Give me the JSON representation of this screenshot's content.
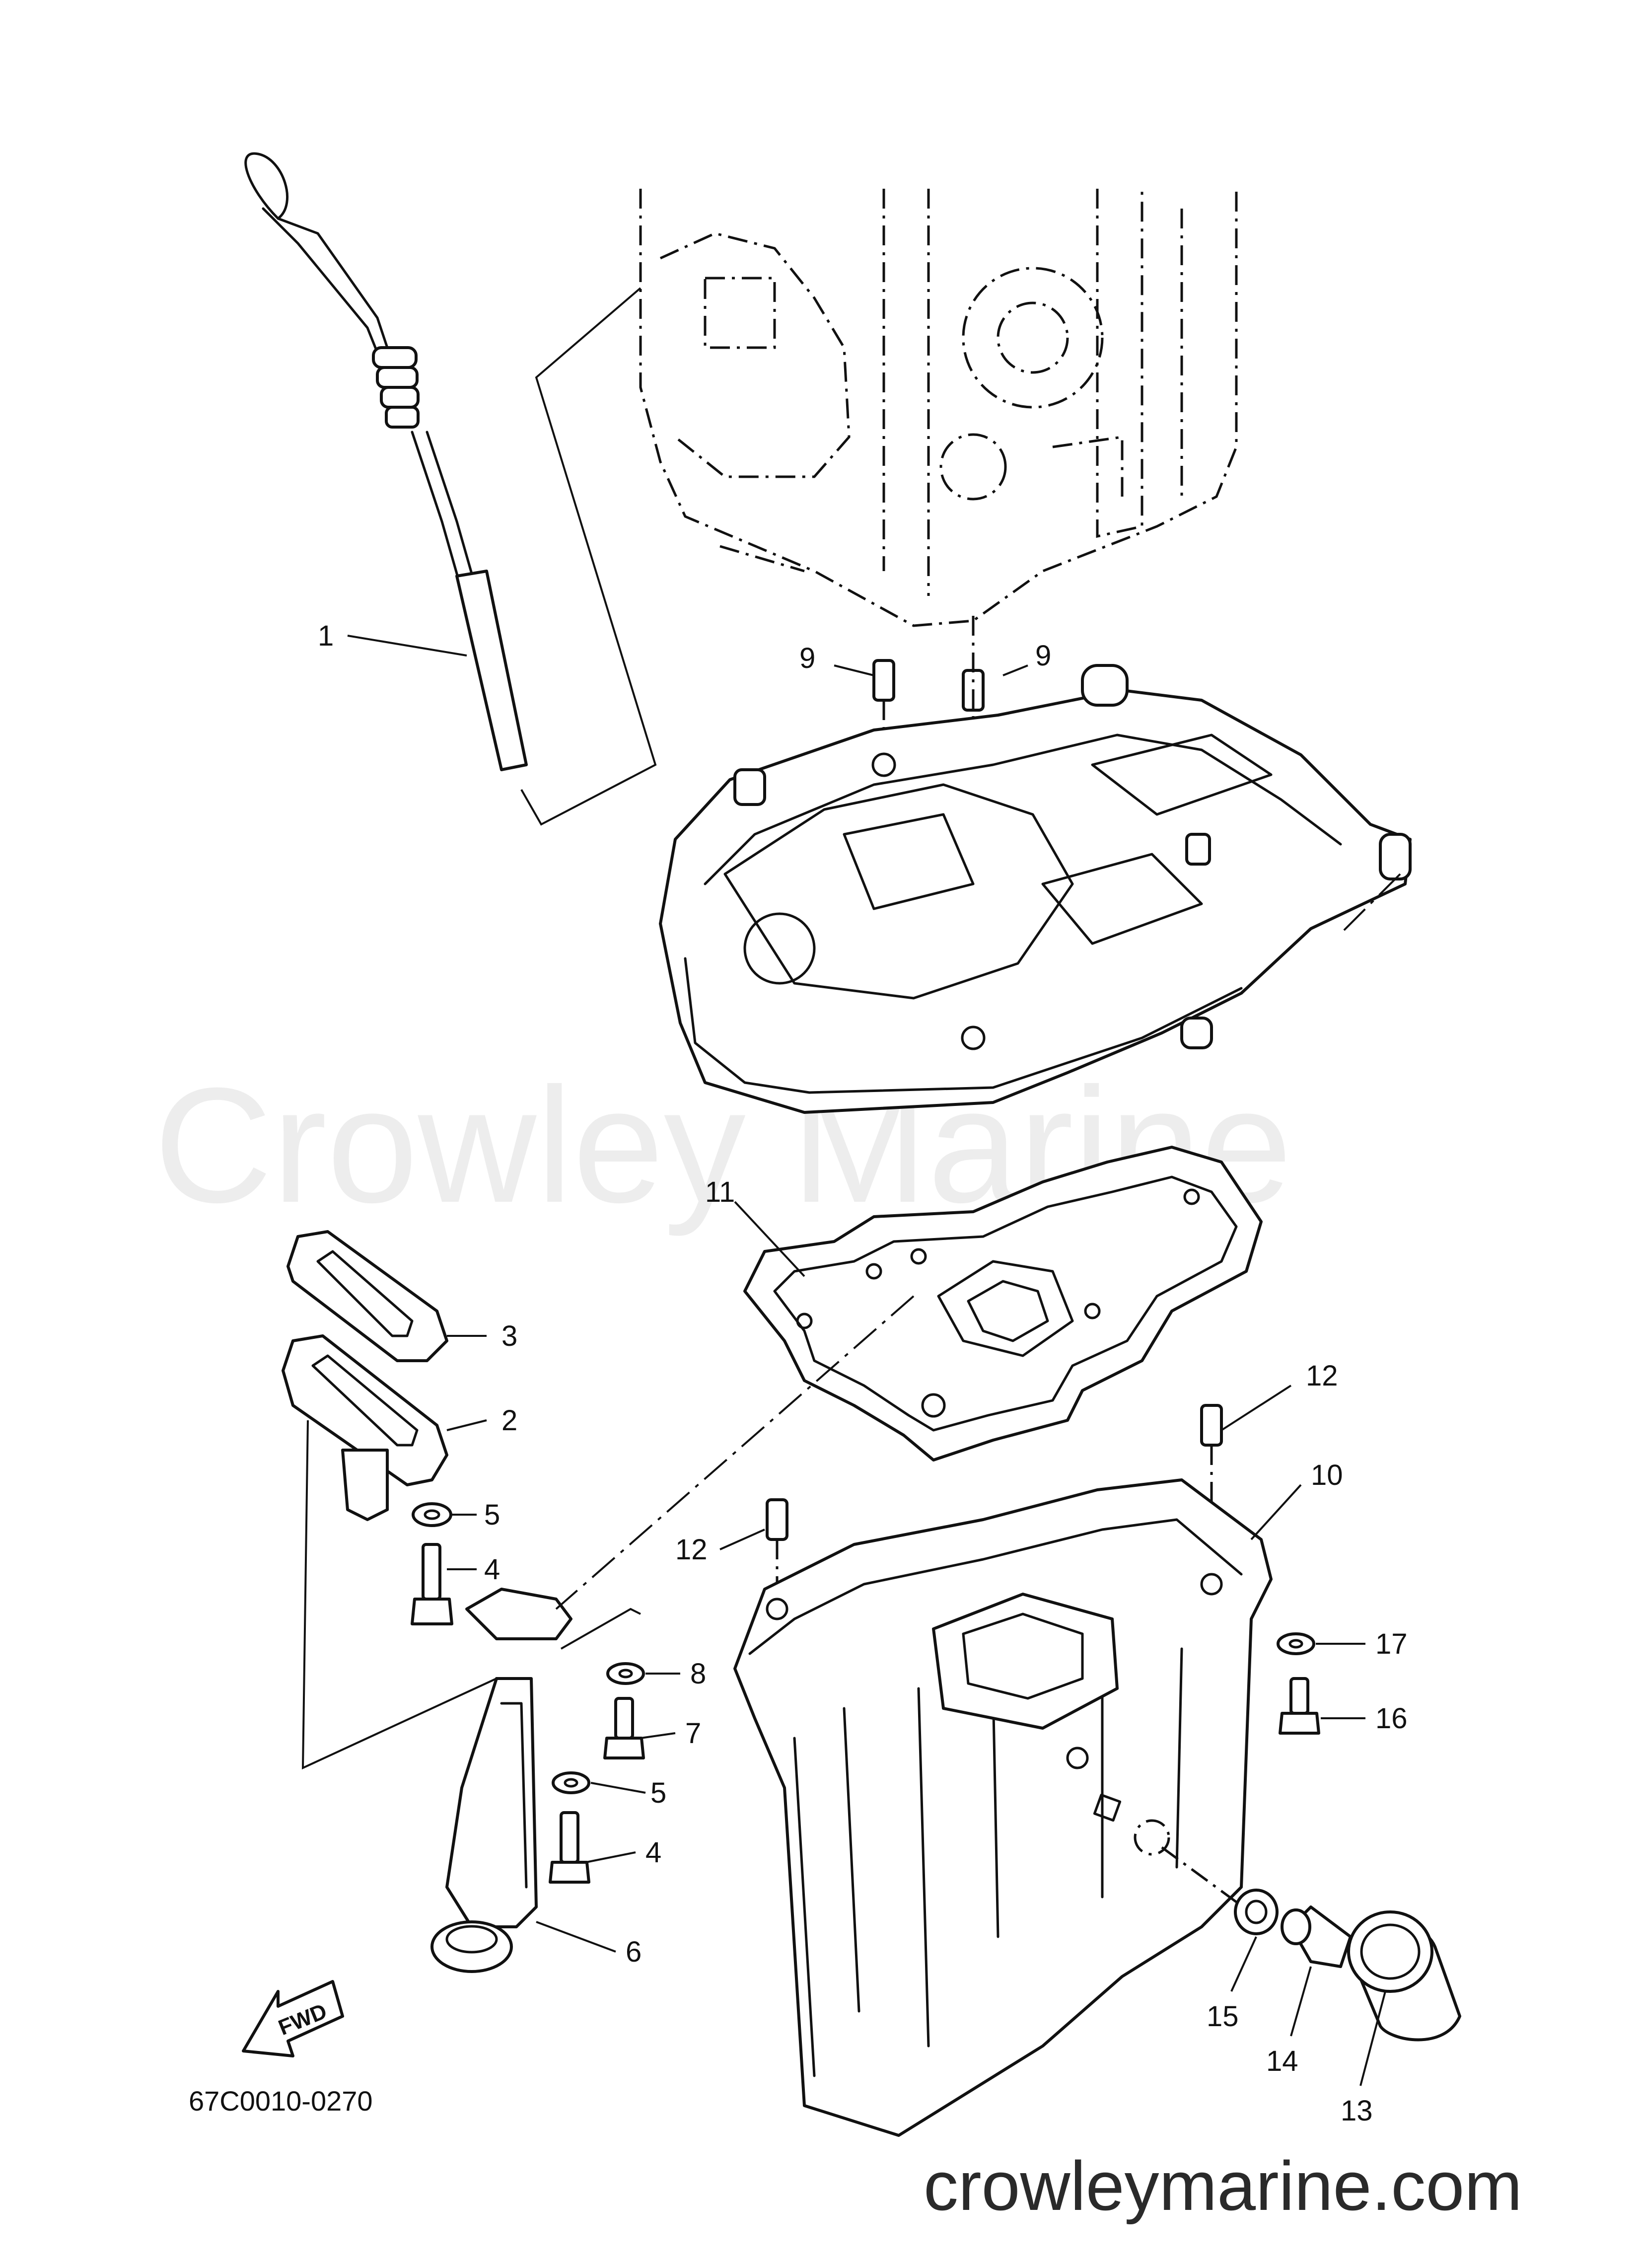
{
  "watermark": "Crowley Marine",
  "website": "crowleymarine.com",
  "diagram_code": "67C0010-0270",
  "direction_arrow": "FWD",
  "callouts": {
    "c1": "1",
    "c2": "2",
    "c3": "3",
    "c4a": "4",
    "c4b": "4",
    "c5a": "5",
    "c5b": "5",
    "c6": "6",
    "c7": "7",
    "c8": "8",
    "c9a": "9",
    "c9b": "9",
    "c10": "10",
    "c11": "11",
    "c12a": "12",
    "c12b": "12",
    "c13": "13",
    "c14": "14",
    "c15": "15",
    "c16": "16",
    "c17": "17"
  }
}
